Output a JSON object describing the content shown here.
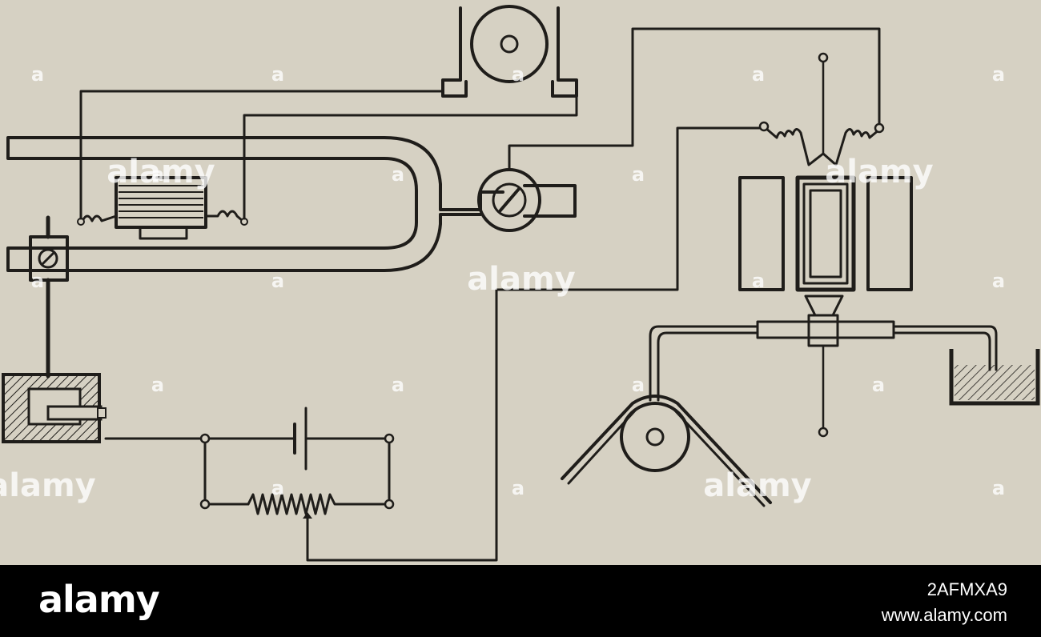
{
  "watermark": {
    "brand": "alamy",
    "mark": "a"
  },
  "footer": {
    "logo": "alamy",
    "image_id": "2AFMXA9",
    "url": "www.alamy.com"
  },
  "colors": {
    "paper": "#d6d1c3",
    "ink": "#1f1d1a",
    "footer_bg": "#000000",
    "footer_text": "#ffffff"
  }
}
